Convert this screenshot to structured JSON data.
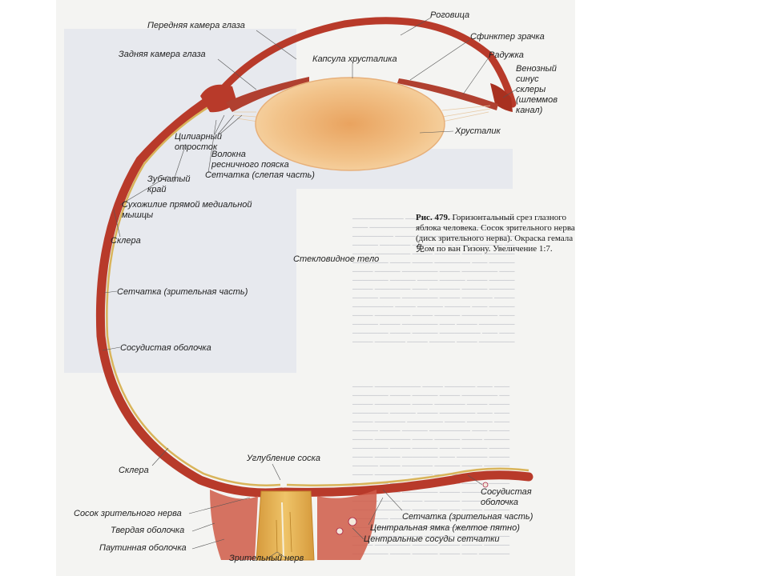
{
  "labels": {
    "anterior_chamber": "Передняя камера глаза",
    "cornea": "Роговица",
    "posterior_chamber": "Задняя камера глаза",
    "pupil_sphincter": "Сфинктер зрачка",
    "lens_capsule": "Капсула хрусталика",
    "iris": "Радужка",
    "venous_sinus": "Венозный\nсинус\nсклеры\n(шлеммов\nканал)",
    "lens": "Хрусталик",
    "ciliary_process": "Цилиарный\nотросток",
    "zonule_fibers": "Волокна\nресничного пояска",
    "serrated_edge": "Зубчатый\nкрай",
    "retina_blind": "Сетчатка (слепая часть)",
    "medial_rectus_tendon": "Сухожилие прямой медиальной\nмышцы",
    "sclera_top": "Склера",
    "vitreous_body": "Стекловидное тело",
    "retina_optic_left": "Сетчатка (зрительная часть)",
    "choroid_left": "Сосудистая оболочка",
    "sclera_bottom": "Склера",
    "disc_excavation": "Углубление соска",
    "choroid_right": "Сосудистая\nоболочка",
    "optic_papilla": "Сосок зрительного нерва",
    "retina_optic_right": "Сетчатка (зрительная часть)",
    "dura_mater": "Твердая оболочка",
    "fovea": "Центральная ямка (желтое пятно)",
    "arachnoid": "Паутинная оболочка",
    "central_vessels": "Центральные сосуды сетчатки",
    "optic_nerve": "Зрительный нерв"
  },
  "caption": {
    "figure_number": "Рис. 479.",
    "text": "Горизонтальный срез глазного яблока человека. Сосок зрительного нерва (диск зрительного нерва). Окраска гемала免ом по ван Гизону. Увеличение 1:7."
  },
  "colors": {
    "sclera": "#b83a2a",
    "sclera_dark": "#8f2418",
    "choroid": "#d9b45a",
    "lens": "#f0b97c",
    "nerve": "#e2b24f",
    "page": "#f4f4f2"
  }
}
